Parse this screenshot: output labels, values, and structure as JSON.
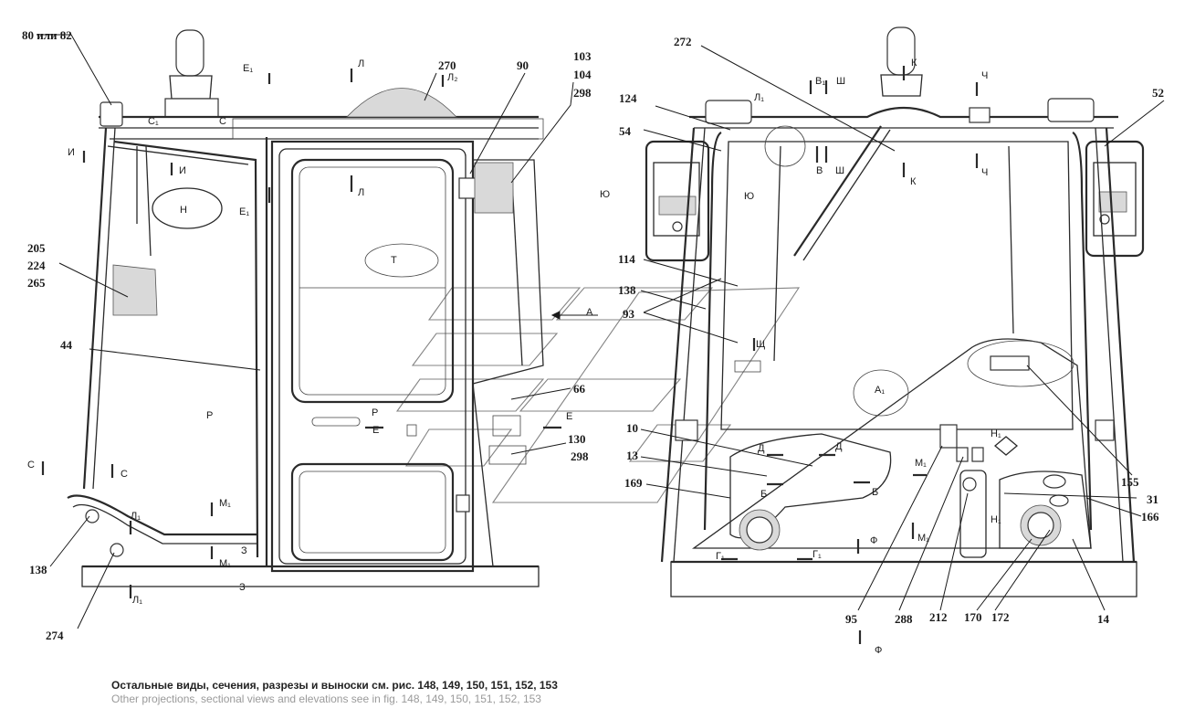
{
  "part_labels": {
    "p80_82": "80 или 82",
    "p270": "270",
    "p90": "90",
    "p103": "103",
    "p104": "104",
    "p298a": "298",
    "p205": "205",
    "p224": "224",
    "p265": "265",
    "p44": "44",
    "p66": "66",
    "p130": "130",
    "p298b": "298",
    "p138a": "138",
    "p274": "274",
    "p272": "272",
    "p124": "124",
    "p54": "54",
    "p52": "52",
    "p114": "114",
    "p138b": "138",
    "p93": "93",
    "p10": "10",
    "p13": "13",
    "p169": "169",
    "p155": "155",
    "p31": "31",
    "p166": "166",
    "p95": "95",
    "p288": "288",
    "p212": "212",
    "p170": "170",
    "p172": "172",
    "p14": "14"
  },
  "section_marks": {
    "E1_top": "Е₁",
    "L_top": "Л",
    "L2_top": "Л₂",
    "C1": "С₁",
    "C_top": "С",
    "I_left": "И",
    "I_right": "И",
    "H": "Н",
    "E1_mid": "Е₁",
    "L_mid": "Л",
    "T": "Т",
    "A": "А",
    "R_left": "Р",
    "R_door": "Р",
    "E_door": "Е",
    "E_right": "Е",
    "C_low_left": "С",
    "C_low_right": "С",
    "M1": "М₁",
    "L1_a": "Л₁",
    "M1_b": "М₁",
    "Z_a": "З",
    "Z_b": "З",
    "L1_b": "Л₁",
    "V1": "В₁",
    "Sh_top": "Ш",
    "K_top": "К",
    "Ch_top": "Ч",
    "L1_r": "Л₁",
    "V_mid": "В",
    "Sh_mid": "Ш",
    "K_mid": "К",
    "Ch_mid": "Ч",
    "Yu_left": "Ю",
    "Yu_mid": "Ю",
    "Shch": "Щ",
    "A1": "А₁",
    "D_left": "Д",
    "D_right": "Д",
    "H1_top": "Н₁",
    "M1_r": "М₁",
    "B_left": "Б",
    "B_right": "Б",
    "H1_bot": "Н₁",
    "F_mid": "Ф",
    "M1_r2": "М₁",
    "G1_left": "Г₁",
    "G1_right": "Г₁",
    "F_bot": "Ф"
  },
  "footer": {
    "ru": "Остальные виды, сечения, разрезы и выноски см. рис. 148, 149, 150, 151, 152, 153",
    "en": "Other projections, sectional views and elevations see in fig. 148, 149, 150, 151, 152, 153"
  }
}
